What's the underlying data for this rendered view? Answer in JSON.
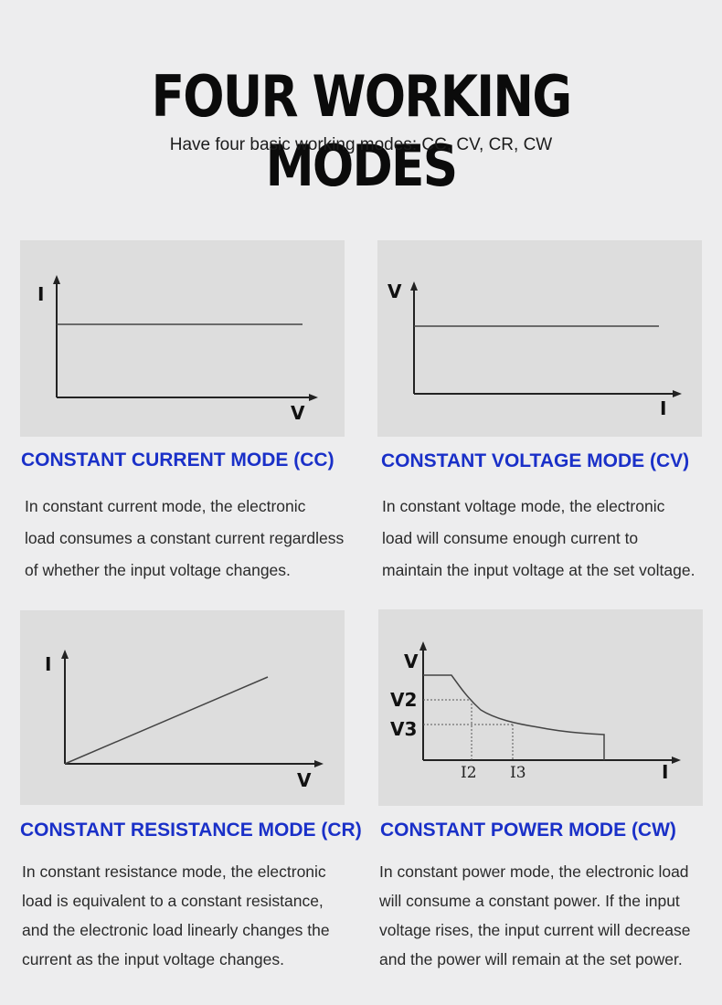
{
  "header": {
    "title": "FOUR WORKING MODES",
    "subtitle": "Have four basic working modes: CC, CV, CR, CW"
  },
  "modes": [
    {
      "title": "CONSTANT CURRENT MODE (CC)",
      "y_axis": "I",
      "x_axis": "V",
      "lines": [
        "In constant current mode, the electronic",
        "load consumes a constant current regardless",
        "of whether the input voltage changes."
      ]
    },
    {
      "title": "CONSTANT VOLTAGE MODE (CV)",
      "y_axis": "V",
      "x_axis": "I",
      "lines": [
        "In constant voltage mode, the electronic",
        "load will consume enough current to",
        "maintain the input voltage at the set voltage."
      ]
    },
    {
      "title": "CONSTANT RESISTANCE MODE (CR)",
      "y_axis": "I",
      "x_axis": "V",
      "lines": [
        "In constant resistance mode, the electronic",
        "load is equivalent to a constant resistance,",
        "and the electronic load linearly changes the",
        "current as the input voltage changes."
      ]
    },
    {
      "title": "CONSTANT POWER MODE (CW)",
      "y_axis": "V",
      "x_axis": "I",
      "y_ticks": [
        "V2",
        "V3"
      ],
      "x_ticks": [
        "I2",
        "I3"
      ],
      "lines": [
        "In constant power mode, the electronic load",
        "will consume a constant power. If the input",
        "voltage rises, the input current will decrease",
        "and the power will remain at the set power."
      ]
    }
  ],
  "colors": {
    "accent": "#1a30c8",
    "panel": "#dddddd",
    "background": "#ededee"
  }
}
